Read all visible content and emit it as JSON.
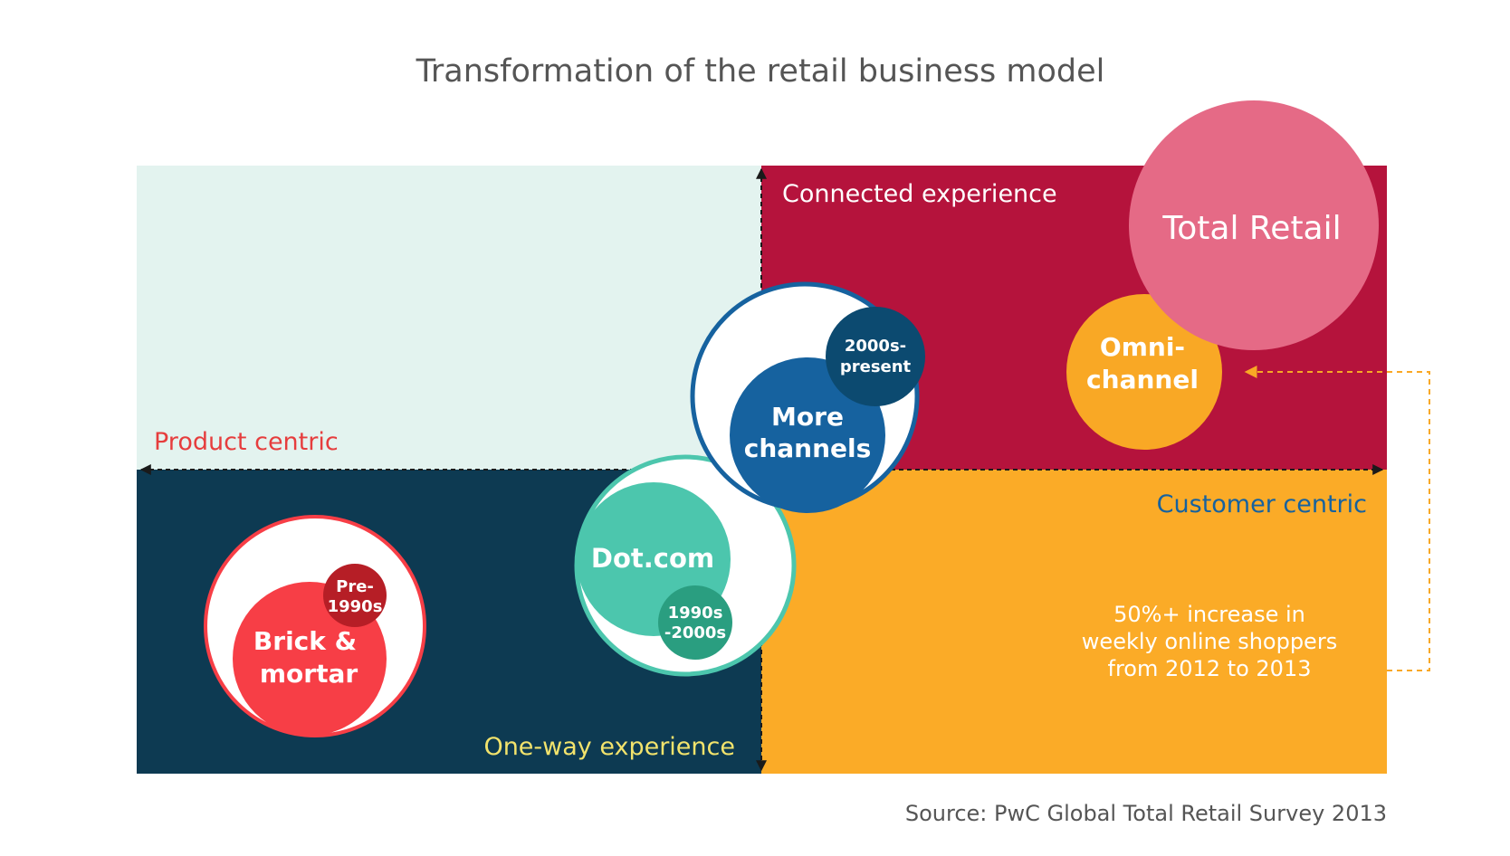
{
  "title": "Transformation of the retail business model",
  "source": "Source: PwC Global Total Retail Survey 2013",
  "quadrant_labels": {
    "top_right": "Connected experience",
    "left_axis": "Product centric",
    "right_axis": "Customer centric",
    "bottom_left": "One-way experience"
  },
  "stages": {
    "brick": {
      "name_line1": "Brick &",
      "name_line2": "mortar",
      "era_line1": "Pre-",
      "era_line2": "1990s"
    },
    "dotcom": {
      "name": "Dot.com",
      "era_line1": "1990s",
      "era_line2": "-2000s"
    },
    "more": {
      "name_line1": "More",
      "name_line2": "channels",
      "era_line1": "2000s-",
      "era_line2": "present"
    },
    "omni": {
      "name_line1": "Omni-",
      "name_line2": "channel"
    },
    "total": {
      "name": "Total Retail"
    }
  },
  "stat": {
    "line1": "50%+ increase in",
    "line2": "weekly online shoppers",
    "line3": "from 2012 to 2013"
  },
  "colors": {
    "top_left_bg": "#e3f3ef",
    "top_right_bg": "#b5133c",
    "bottom_left_bg": "#0d3a52",
    "bottom_right_bg": "#fbab27",
    "brick": "#f73e46",
    "brick_era": "#b61e26",
    "dotcom": "#4cc6ad",
    "dotcom_era": "#2a9e80",
    "more": "#16629f",
    "more_era": "#0c4a70",
    "omni": "#f9a825",
    "total": "#e56a86",
    "title_text": "#555555",
    "product_centric_text": "#e63d3d",
    "customer_centric_text": "#16629f",
    "one_way_text": "#f2e36c"
  }
}
